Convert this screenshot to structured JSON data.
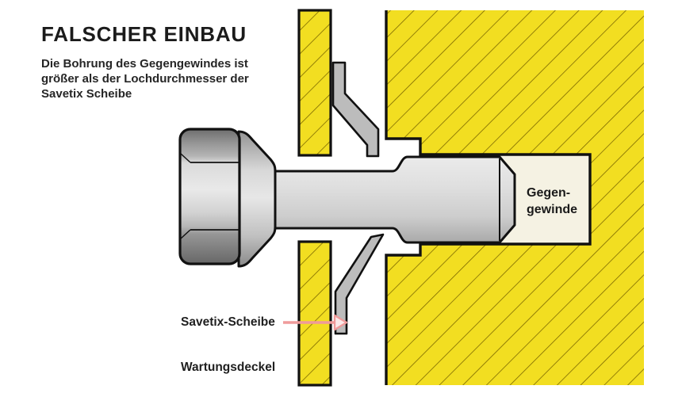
{
  "title": "FALSCHER EINBAU",
  "subtitle_lines": [
    "Die Bohrung des Gegengewindes ist",
    "größer als der Lochdurchmesser der",
    "Savetix Scheibe"
  ],
  "diagram_labels": {
    "counter_thread": [
      "Gegen-",
      "gewinde"
    ],
    "washer": "Savetix-Scheibe",
    "cover": "Wartungsdeckel"
  },
  "colors": {
    "background": "#FFFFFF",
    "material_yellow": "#F2DE21",
    "hatch_line": "#7D6900",
    "outline_black": "#111111",
    "cavity_cream": "#F5F2E3",
    "washer_gray": "#BCBCBC",
    "bolt_light": "#DCDCDC",
    "arrow_pink": "#EF9B9B",
    "arrow_fill": "#FBE9E9",
    "text_dark": "#1B1B1B"
  }
}
